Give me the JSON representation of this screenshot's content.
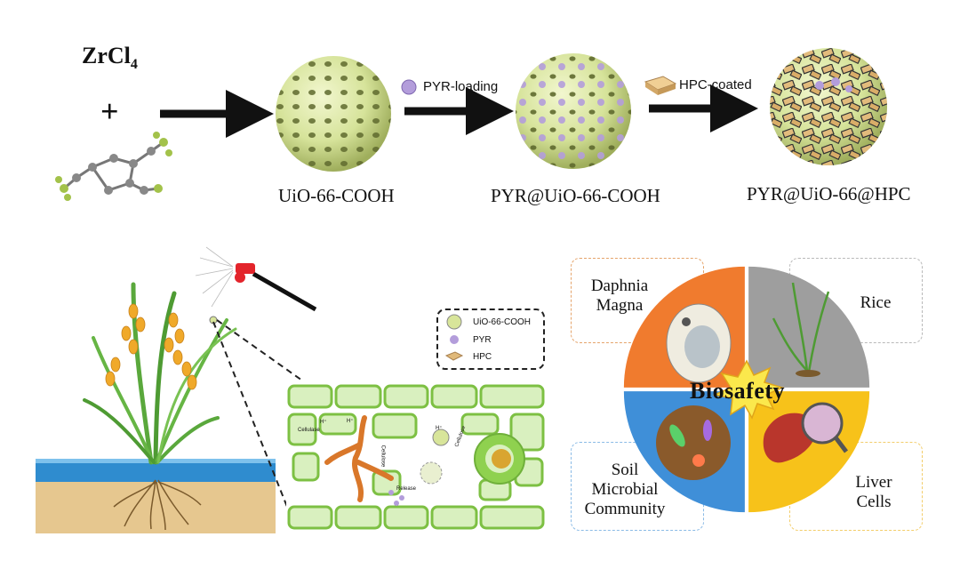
{
  "synthesis": {
    "reagent": "ZrCl",
    "reagent_subscript": "4",
    "plus": "+",
    "step1_label": "PYR-loading",
    "step2_label": "HPC-coated",
    "products": [
      "UiO-66-COOH",
      "PYR@UiO-66-COOH",
      "PYR@UiO-66@HPC"
    ]
  },
  "legend": {
    "items": [
      "UiO-66-COOH",
      "PYR",
      "HPC"
    ]
  },
  "leaf_section": {
    "labels": [
      "H⁺",
      "Cellulase",
      "H⁺",
      "Cellulose",
      "Release",
      "H⁺",
      "Cellulose"
    ]
  },
  "biosafety": {
    "center_label": "Biosafety",
    "quadrants": [
      {
        "label": "Daphnia\nMagna",
        "color": "#f07b2e"
      },
      {
        "label": "Rice",
        "color": "#9e9e9e"
      },
      {
        "label": "Soil\nMicrobial\nCommunity",
        "color": "#3f8fd8"
      },
      {
        "label": "Liver\nCells",
        "color": "#f7c21a"
      }
    ]
  },
  "colors": {
    "mof": "#d8e59a",
    "pyr": "#b39ddb",
    "hpc": "#e0b97a",
    "leaf": "#8fd14f",
    "water": "#2f8ccf",
    "soil": "#e6c78f"
  }
}
